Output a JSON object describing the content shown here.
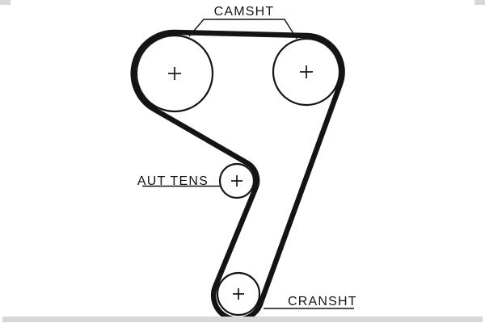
{
  "diagram": {
    "type": "timing-belt-routing-diagram",
    "labels": {
      "camshaft": "CAMSHT",
      "tensioner": "AUT TENS",
      "crankshaft": "CRANSHT"
    },
    "colors": {
      "ink": "#141414",
      "background": "#ffffff",
      "scan_artifact": "#d7d7d7"
    },
    "pulleys": [
      {
        "name": "camshaft-pulley-left",
        "marker": "+"
      },
      {
        "name": "camshaft-pulley-right",
        "marker": "+"
      },
      {
        "name": "auto-tensioner-pulley",
        "marker": "+"
      },
      {
        "name": "crankshaft-pulley",
        "marker": "+"
      }
    ]
  }
}
